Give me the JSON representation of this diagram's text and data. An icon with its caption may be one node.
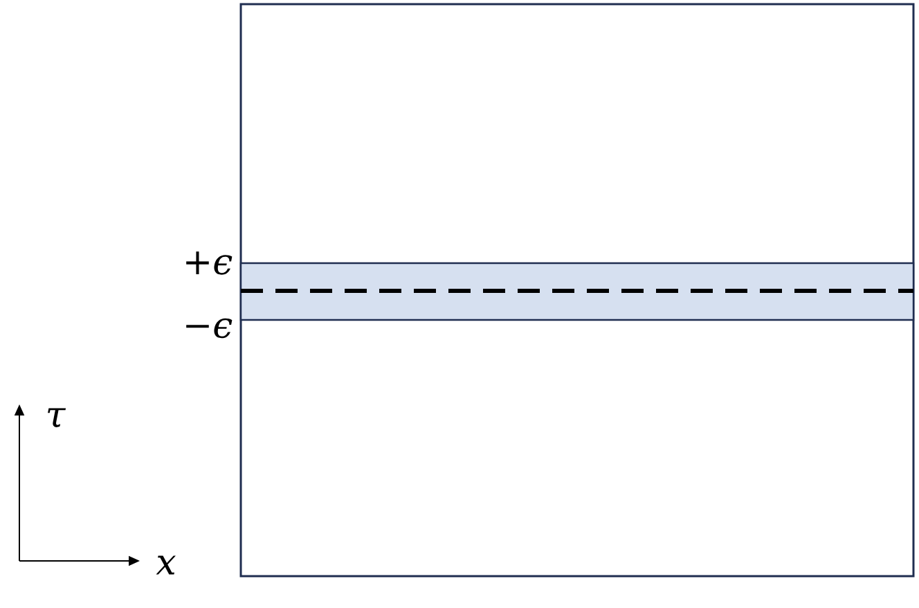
{
  "diagram": {
    "labels": [
      "+ϵ",
      "−ϵ",
      "τ",
      "x"
    ]
  }
}
